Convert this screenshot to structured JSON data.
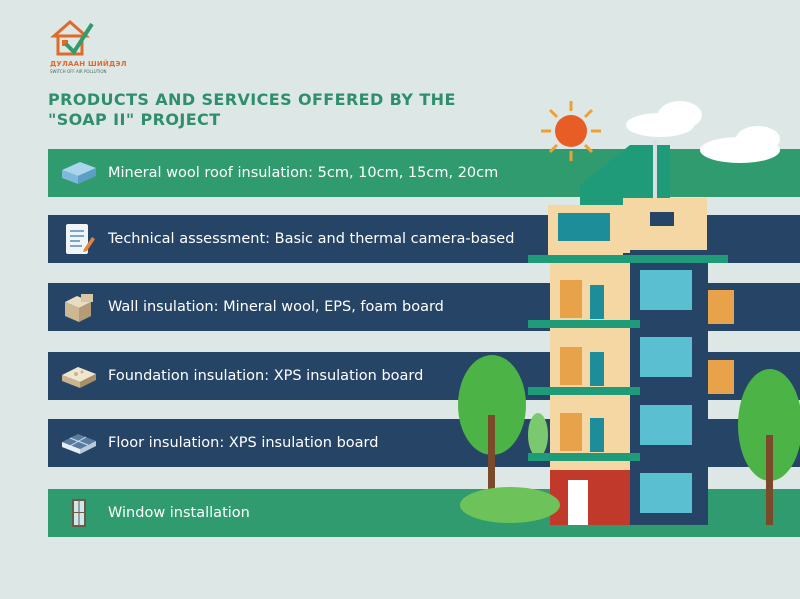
{
  "logo": {
    "brand": "ДУЛААН ШИЙДЭЛ",
    "tagline": "SWITCH OFF AIR POLLUTION"
  },
  "title": {
    "line1": "PRODUCTS AND SERVICES OFFERED BY THE",
    "line2": "\"SOAP II\" PROJECT"
  },
  "services": [
    {
      "label": "Mineral wool roof insulation: 5cm, 10cm, 15cm, 20cm",
      "icon": "mineral-wool-slab-icon"
    },
    {
      "label": "Technical assessment: Basic and thermal camera-based",
      "icon": "document-pen-icon"
    },
    {
      "label": "Wall insulation: Mineral wool, EPS, foam board",
      "icon": "wall-blocks-icon"
    },
    {
      "label": "Foundation insulation: XPS insulation board",
      "icon": "foundation-board-icon"
    },
    {
      "label": "Floor insulation: XPS insulation board",
      "icon": "floor-tiles-icon"
    },
    {
      "label": "Window installation",
      "icon": "window-icon"
    }
  ],
  "colors": {
    "background": "#dde7e6",
    "green": "#2f9b6e",
    "navy": "#264566",
    "title": "#2f8f6d",
    "accent": "#e06a2a"
  }
}
